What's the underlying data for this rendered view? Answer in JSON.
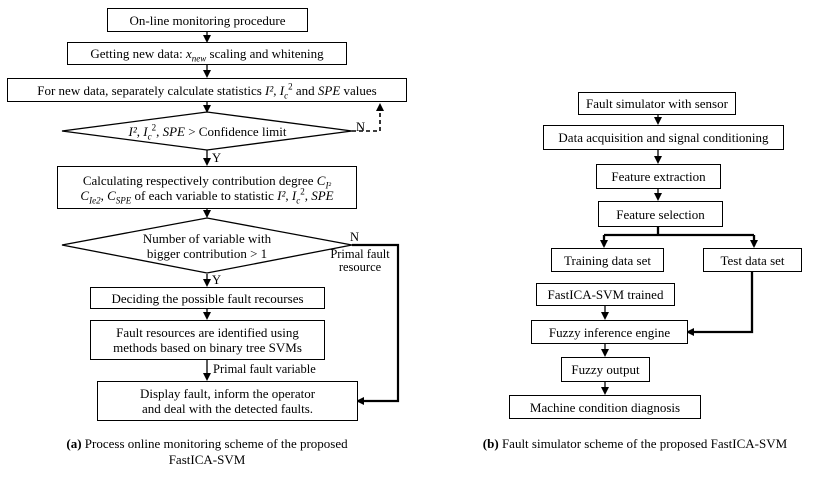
{
  "panel_a": {
    "online_monitoring": "On-line monitoring procedure",
    "getting_prefix": "Getting new data: ",
    "getting_var": "x",
    "getting_sub": "new",
    "getting_suffix": " scaling and whitening",
    "calc_stats_prefix": "For new data, separately calculate statistics ",
    "T2": "I²",
    "Ic2_main": "I",
    "Ic2_sub": "c",
    "Ic2_sup": "2",
    "and": " and ",
    "spe": "SPE",
    "values": " values",
    "decision1_suffix": " > Confidence limit",
    "comma": ", ",
    "decision1_no": "N",
    "decision1_yes": "Y",
    "contrib_line1": "Calculating respectively contribution degree ",
    "contrib_CI2": "C",
    "contrib_CI2_sub": "I²",
    "contrib_Ie2": "C",
    "contrib_Ie2_sub": "I",
    "contrib_Ie2_subsub": "e",
    "contrib_Ie2_sup": "2",
    "contrib_Cspe": "C",
    "contrib_Cspe_sub": "SPE",
    "contrib_line2_mid": " of each variable to statistic ",
    "decision2_line1": "Number of variable with",
    "decision2_line2": "bigger contribution > 1",
    "decision2_no": "N",
    "decision2_yes": "Y",
    "primal_fault_resource": "Primal fault resource",
    "deciding": "Deciding the possible fault recourses",
    "identified_line1": "Fault resources are identified using",
    "identified_line2": "methods based on binary tree SVMs",
    "primal_fault_variable": "Primal fault variable",
    "display_line1": "Display fault, inform the operator",
    "display_line2": "and deal with the detected faults.",
    "caption_bold": "(a)",
    "caption_text1": " Process online monitoring scheme of the proposed",
    "caption_text2": "FastICA-SVM"
  },
  "panel_b": {
    "fault_simulator": "Fault simulator with sensor",
    "data_acquisition": "Data acquisition and signal conditioning",
    "feature_extraction": "Feature extraction",
    "feature_selection": "Feature selection",
    "training_data": "Training data set",
    "test_data": "Test data set",
    "fastica_trained": "FastICA-SVM trained",
    "fuzzy_engine": "Fuzzy inference engine",
    "fuzzy_output": "Fuzzy output",
    "machine_condition": "Machine condition diagnosis",
    "caption_bold": "(b)",
    "caption_text": " Fault simulator scheme of the proposed FastICA-SVM"
  }
}
